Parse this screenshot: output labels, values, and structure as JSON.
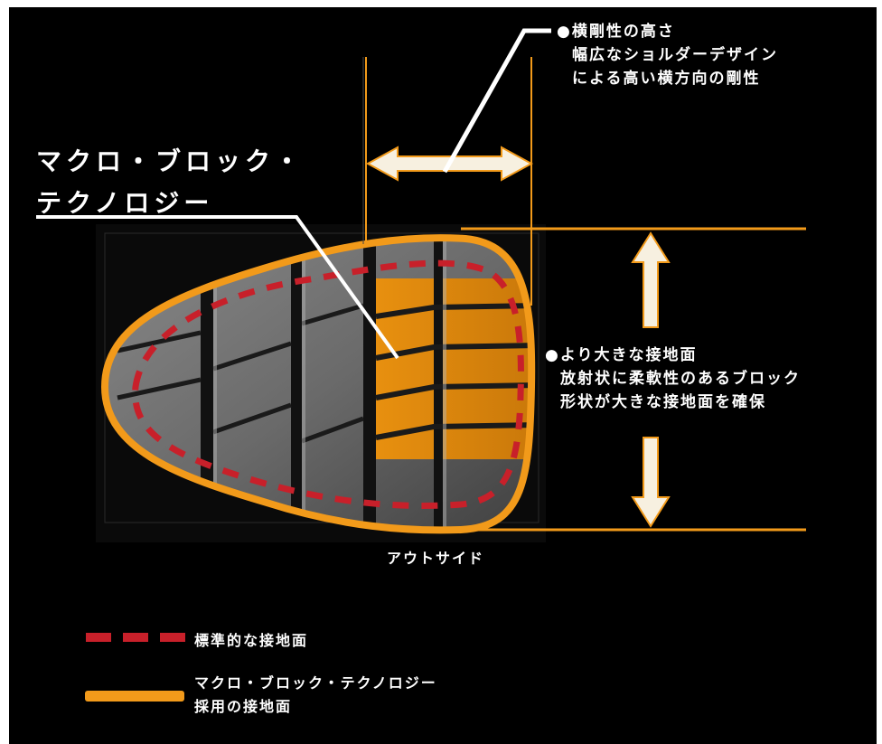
{
  "title": {
    "line1": "マクロ・ブロック・",
    "line2": "テクノロジー"
  },
  "annotation_top": {
    "bullet": "●",
    "heading": "横剛性の高さ",
    "lines": [
      "幅広なショルダーデザイン",
      "による高い横方向の剛性"
    ]
  },
  "annotation_right": {
    "bullet": "●",
    "heading": "より大きな接地面",
    "lines": [
      "放射状に柔軟性のあるブロック",
      "形状が大きな接地面を確保"
    ]
  },
  "outside_label": "アウトサイド",
  "legend": {
    "item1": "標準的な接地面",
    "item2_line1": "マクロ・ブロック・テクノロジー",
    "item2_line2": "採用の接地面"
  },
  "colors": {
    "background": "#000000",
    "orange": "#f29a1a",
    "red_dash": "#c8202a",
    "arrow": "#f7f0e0"
  }
}
